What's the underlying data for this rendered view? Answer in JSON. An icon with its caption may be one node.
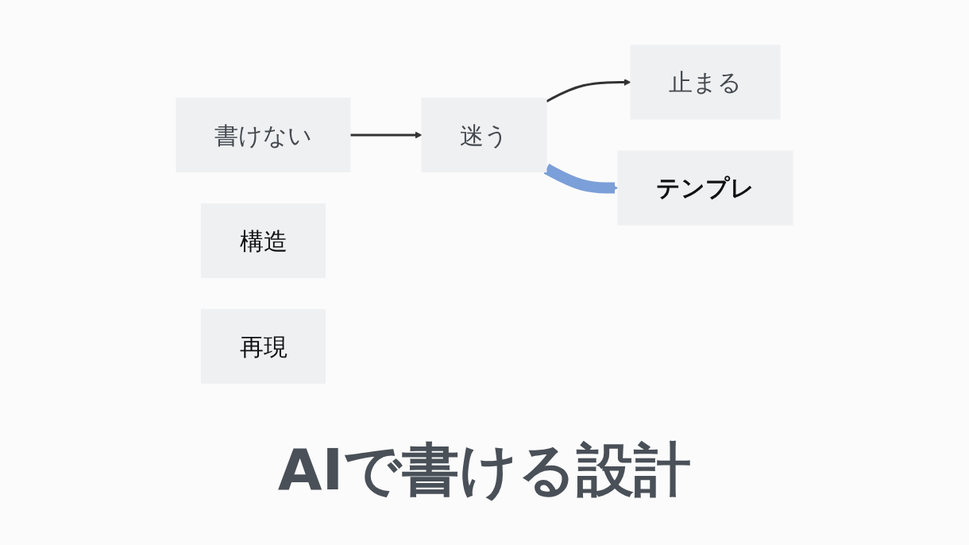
{
  "diagram": {
    "caption": "AIで書ける設計",
    "nodes": [
      {
        "text": [
          "書けない"
        ]
      },
      {
        "text": [
          "迷う"
        ]
      },
      {
        "text": [
          "止まる"
        ]
      },
      {
        "text": [
          "構造"
        ]
      },
      {
        "text": [
          "テンプレ"
        ]
      },
      {
        "text": [
          "再現"
        ]
      }
    ],
    "edges": [
      {
        "from": 0,
        "to": 1,
        "arrow": "to"
      },
      {
        "from": 1,
        "to": 2,
        "arrow": "to"
      },
      {
        "from": 1,
        "to": 4,
        "arrow": "to",
        "style": "thick",
        "color": "#7b9fd8"
      }
    ]
  }
}
